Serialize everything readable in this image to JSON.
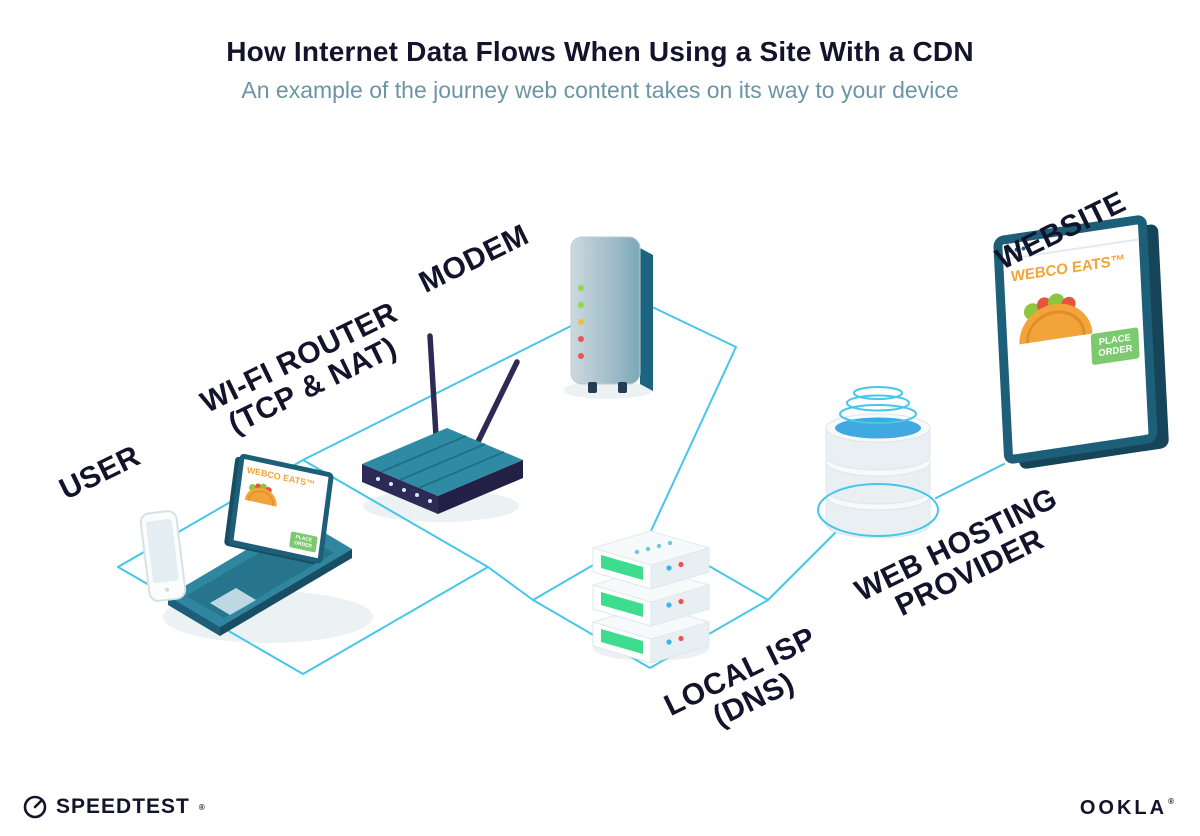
{
  "colors": {
    "accent": "#45c6ea",
    "navy": "#13142b",
    "teal": "#1d5f78",
    "orange": "#f2a43a",
    "button_green": "#7cc96f",
    "panel_green": "#3ddc8e",
    "subtitle": "#6b95a5",
    "antenna_purple": "#2d2a56"
  },
  "header": {
    "title": "How Internet Data Flows When Using a Site With a CDN",
    "subtitle": "An example of the journey web content takes on its way to your device"
  },
  "diagram": {
    "nodes": [
      {
        "id": "user",
        "label": "USER"
      },
      {
        "id": "wifi-router",
        "label": "WI-FI ROUTER",
        "label2": "(TCP & NAT)"
      },
      {
        "id": "modem",
        "label": "MODEM"
      },
      {
        "id": "local-isp",
        "label": "LOCAL ISP",
        "label2": "(DNS)"
      },
      {
        "id": "web-hosting",
        "label": "WEB HOSTING",
        "label2": "PROVIDER"
      },
      {
        "id": "website",
        "label": "WEBSITE"
      }
    ],
    "minisite": {
      "brand": "WEBCO EATS™",
      "order_line1": "PLACE",
      "order_line2": "ORDER"
    }
  },
  "footer": {
    "speedtest": {
      "label": "SPEEDTEST",
      "mark": "®"
    },
    "ookla": {
      "label": "OOKLA",
      "mark": "®"
    }
  }
}
